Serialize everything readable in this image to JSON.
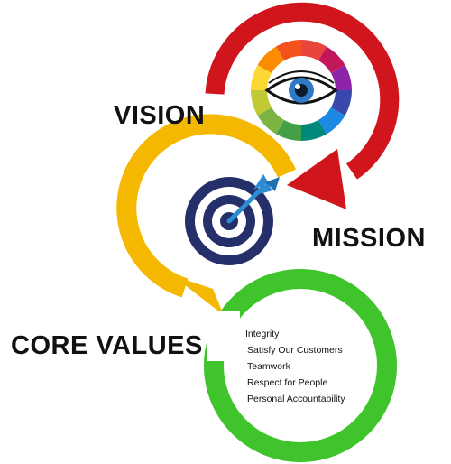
{
  "labels": {
    "vision": "VISION",
    "mission": "MISSION",
    "core_values": "CORE VALUES"
  },
  "core_values_items": [
    "Integrity",
    "Satisfy Our Customers",
    "Teamwork",
    "Respect for People",
    "Personal Accountability"
  ],
  "icons": {
    "vision": "eye-icon",
    "mission": "target-with-arrow-icon"
  },
  "colors": {
    "vision_ring": "#d0161c",
    "mission_ring": "#f5b800",
    "values_ring": "#3fc42b",
    "target_navy": "#25306b",
    "arrow_blue": "#2c8bd1",
    "text": "#111111"
  }
}
